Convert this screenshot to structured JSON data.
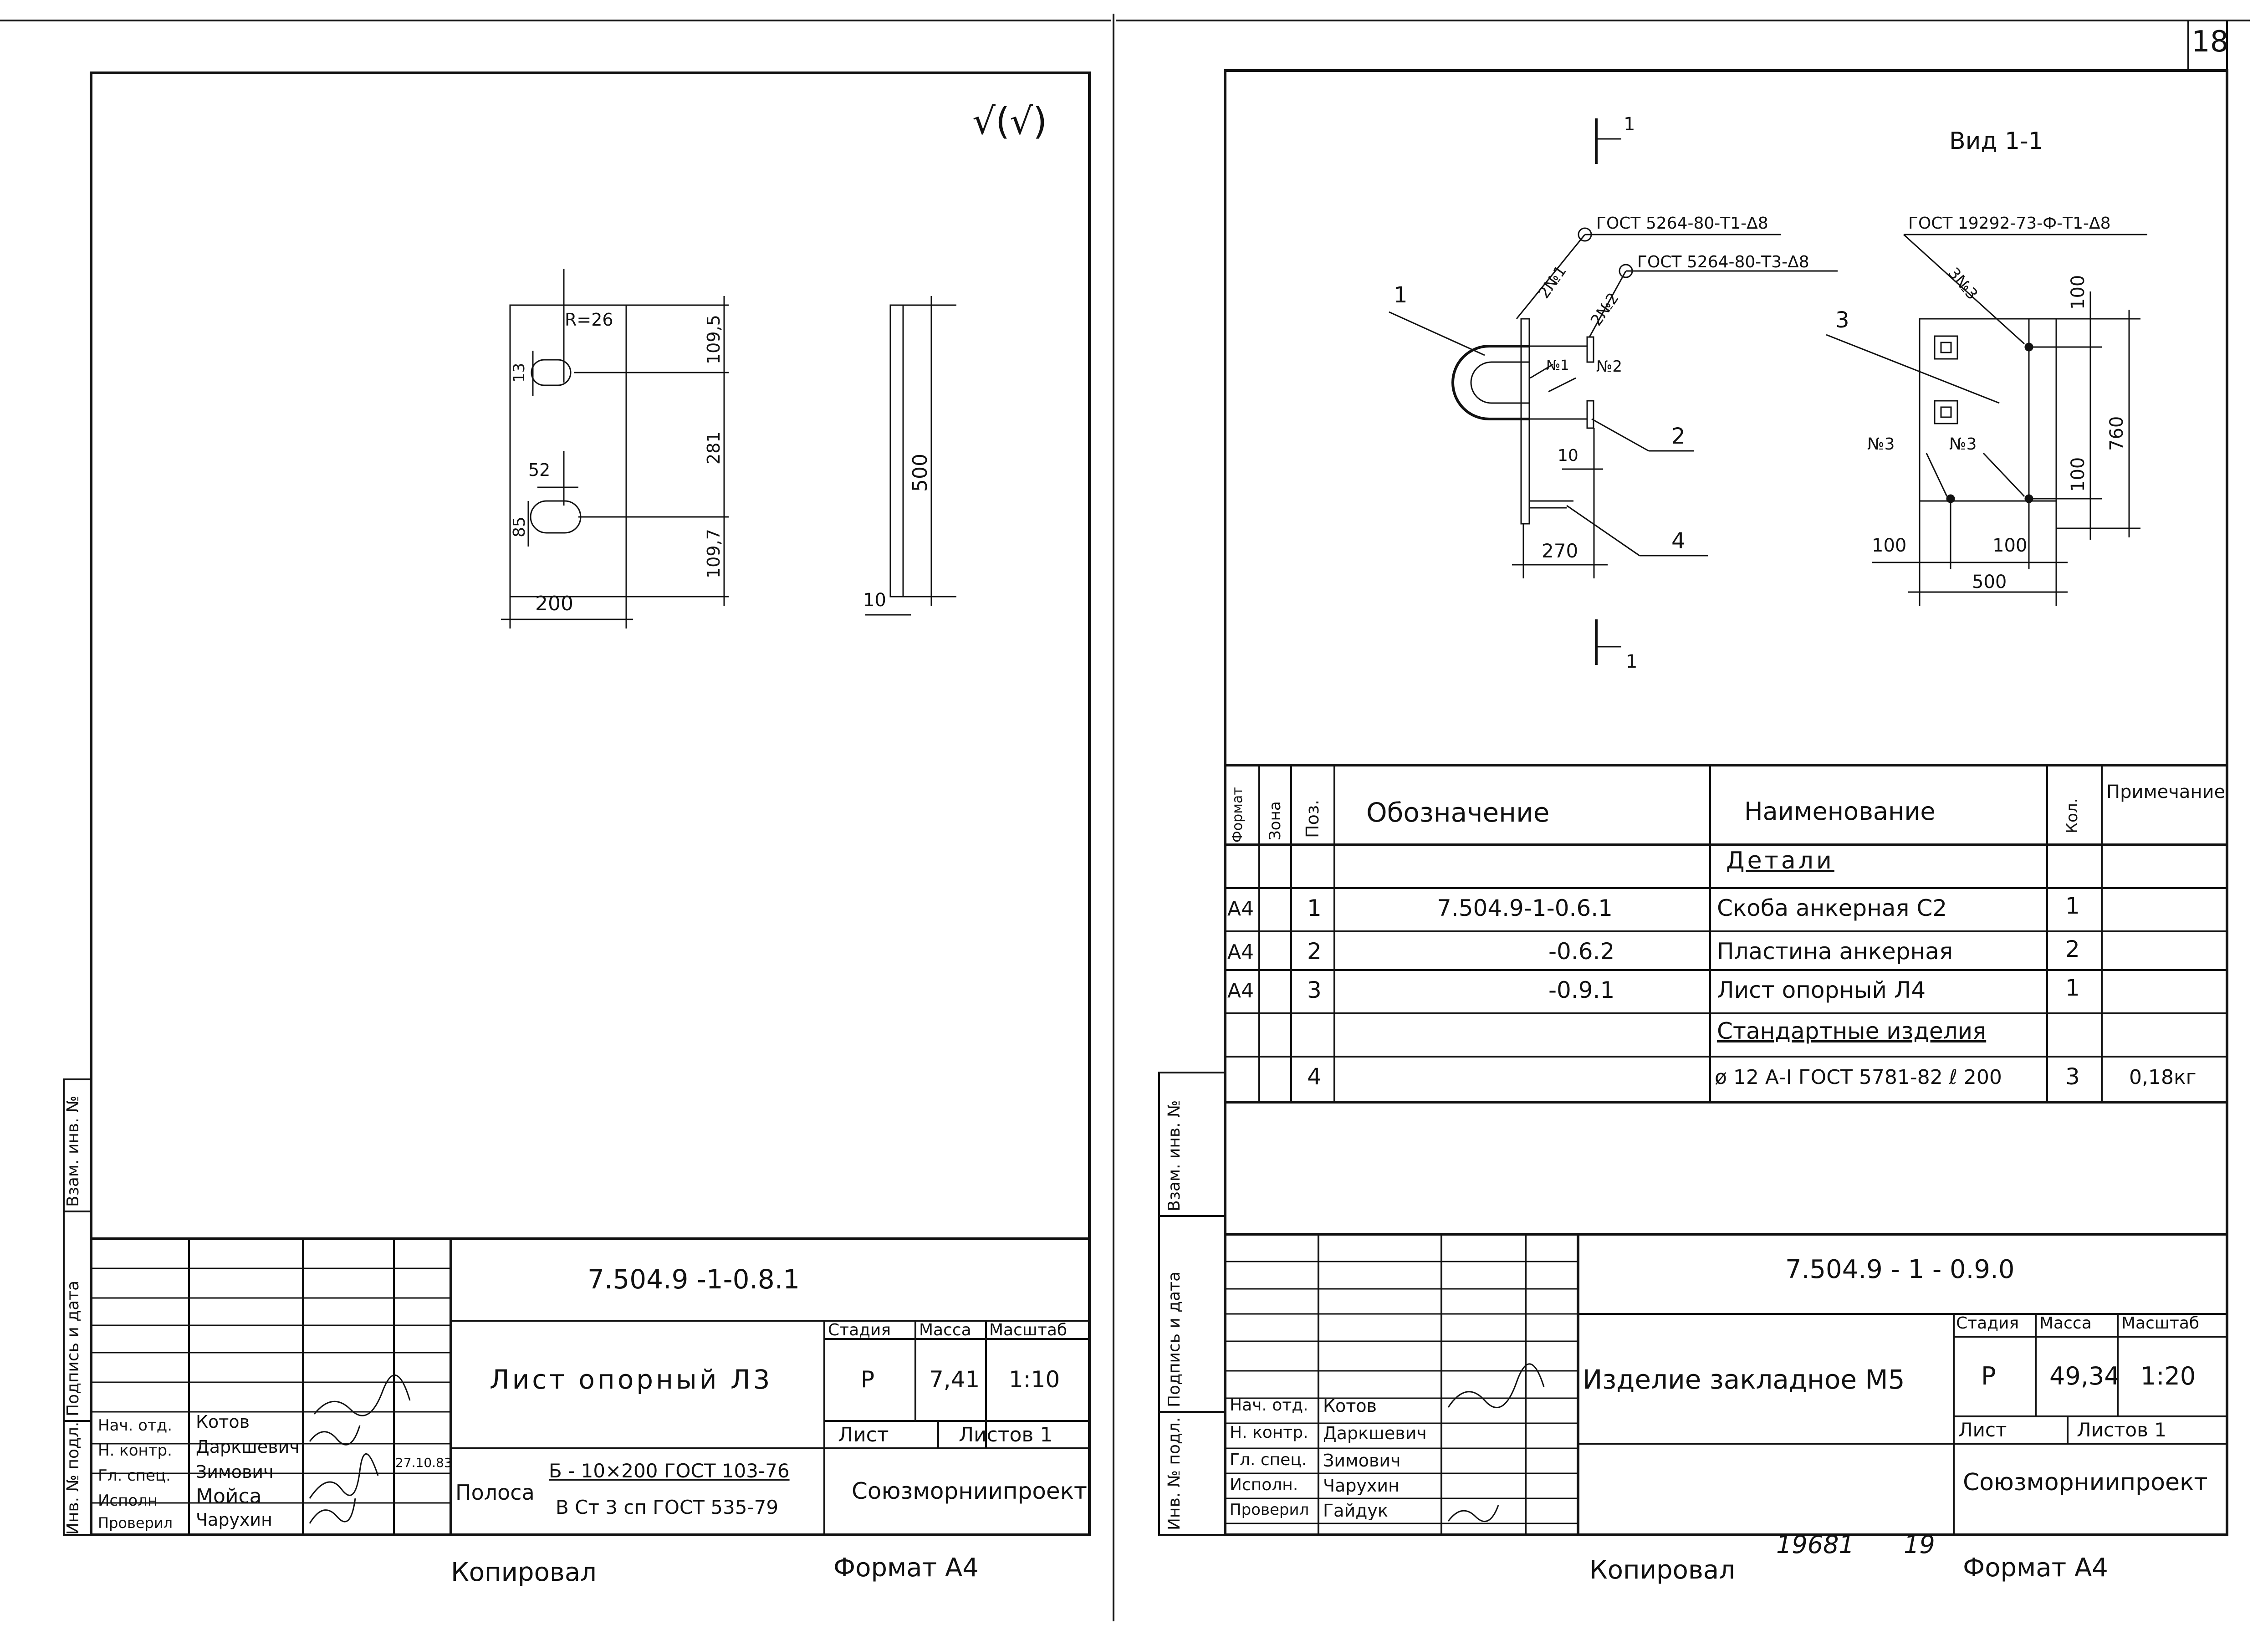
{
  "sheet_number": "18",
  "left_sheet": {
    "check_mark": "√(√)",
    "side_stamp": [
      "Инв. № подл.",
      "Подпись и дата",
      "Взам. инв. №"
    ],
    "drawing": {
      "radius_label": "R=26",
      "dim_13": "13",
      "dim_52": "52",
      "dim_85": "85",
      "dim_109_5": "109,5",
      "dim_281": "281",
      "dim_109_7": "109,7",
      "dim_200": "200",
      "dim_500": "500",
      "dim_10": "10"
    },
    "title_block": {
      "document_code": "7.504.9 -1-0.8.1",
      "name": "Лист опорный Л3",
      "material_prefix": "Полоса",
      "material_top": "Б - 10×200 ГОСТ 103-76",
      "material_bottom": "В Ст 3 сп ГОСТ 535-79",
      "stage_header": "Стадия",
      "mass_header": "Масса",
      "scale_header": "Масштаб",
      "stage": "Р",
      "mass": "7,41",
      "scale": "1:10",
      "sheet_label": "Лист",
      "sheets_label": "Листов 1",
      "organization": "Союзморниипроект",
      "date": "27.10.83",
      "signatories": [
        {
          "role": "Нач. отд.",
          "name": "Котов"
        },
        {
          "role": "Н. контр.",
          "name": "Даркшевич"
        },
        {
          "role": "Гл. спец.",
          "name": "Зимович"
        },
        {
          "role": "Исполн",
          "name": "Мойса"
        },
        {
          "role": "Проверил",
          "name": "Чарухин"
        }
      ]
    },
    "footer_copied": "Копировал",
    "footer_format": "Формат А4"
  },
  "right_sheet": {
    "side_stamp": [
      "Инв. № подл.",
      "Подпись и дата",
      "Взам. инв. №"
    ],
    "drawing": {
      "section_mark": "1",
      "view_label": "Вид 1-1",
      "weld_1": "ГОСТ 5264-80-Т1-Δ8",
      "weld_2": "ГОСТ 5264-80-Т3-Δ8",
      "weld_3": "ГОСТ 19292-73-Ф-Т1-Δ8",
      "weld_1_tag": "2№1",
      "weld_2_tag": "2№2",
      "weld_3_tag": "3№3",
      "n1": "№1",
      "n2": "№2",
      "n3a": "№3",
      "n3b": "№3",
      "pos_1": "1",
      "pos_2": "2",
      "pos_3": "3",
      "pos_4": "4",
      "dim_10": "10",
      "dim_270": "270",
      "dim_100_top": "100",
      "dim_760": "760",
      "dim_100_right": "100",
      "dim_100_left": "100",
      "dim_100_mid": "100",
      "dim_500": "500"
    },
    "spec_table": {
      "headers": [
        "Формат",
        "Зона",
        "Поз.",
        "Обозначение",
        "Наименование",
        "Кол.",
        "Примечание"
      ],
      "sections": {
        "details": "Детали",
        "standard": "Стандартные изделия"
      },
      "rows": [
        {
          "format": "А4",
          "zone": "",
          "pos": "1",
          "designation": "7.504.9-1-0.6.1",
          "name": "Скоба анкерная С2",
          "qty": "1",
          "note": ""
        },
        {
          "format": "А4",
          "zone": "",
          "pos": "2",
          "designation": "-0.6.2",
          "name": "Пластина анкерная",
          "qty": "2",
          "note": ""
        },
        {
          "format": "А4",
          "zone": "",
          "pos": "3",
          "designation": "-0.9.1",
          "name": "Лист опорный Л4",
          "qty": "1",
          "note": ""
        },
        {
          "format": "",
          "zone": "",
          "pos": "4",
          "designation": "",
          "name": "ø 12 А-I ГОСТ 5781-82 ℓ 200",
          "qty": "3",
          "note": "0,18кг"
        }
      ]
    },
    "title_block": {
      "document_code": "7.504.9 - 1 - 0.9.0",
      "name": "Изделие закладное М5",
      "stage_header": "Стадия",
      "mass_header": "Масса",
      "scale_header": "Масштаб",
      "stage": "Р",
      "mass": "49,34",
      "scale": "1:20",
      "sheet_label": "Лист",
      "sheets_label": "Листов 1",
      "organization": "Союзморниипроект",
      "signatories": [
        {
          "role": "Нач. отд.",
          "name": "Котов"
        },
        {
          "role": "Н. контр.",
          "name": "Даркшевич"
        },
        {
          "role": "Гл. спец.",
          "name": "Зимович"
        },
        {
          "role": "Исполн.",
          "name": "Чарухин"
        },
        {
          "role": "Проверил",
          "name": "Гайдук"
        }
      ]
    },
    "handwritten_number": "19681",
    "handwritten_page": "19",
    "footer_copied": "Копировал",
    "footer_format": "Формат А4"
  }
}
